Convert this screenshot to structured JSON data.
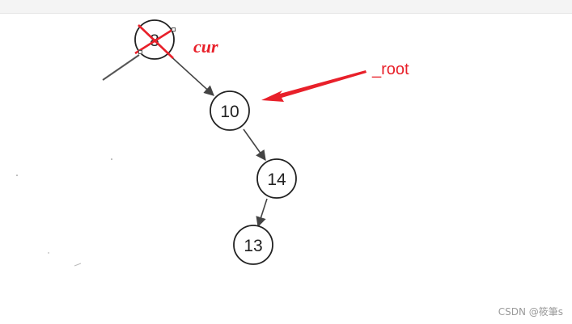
{
  "nodes": [
    {
      "id": "n8",
      "label": "8",
      "crossed": true
    },
    {
      "id": "n10",
      "label": "10"
    },
    {
      "id": "n14",
      "label": "14"
    },
    {
      "id": "n13",
      "label": "13"
    }
  ],
  "annotations": {
    "cur": {
      "text": "cur",
      "color": "#e8202a"
    },
    "root": {
      "text": "_root",
      "color": "#e8202a"
    }
  },
  "watermark": "CSDN @筱筆s",
  "colors": {
    "edge": "#444444",
    "node_stroke": "#222222",
    "annotation": "#e8202a",
    "selection_handle": "#555555"
  }
}
